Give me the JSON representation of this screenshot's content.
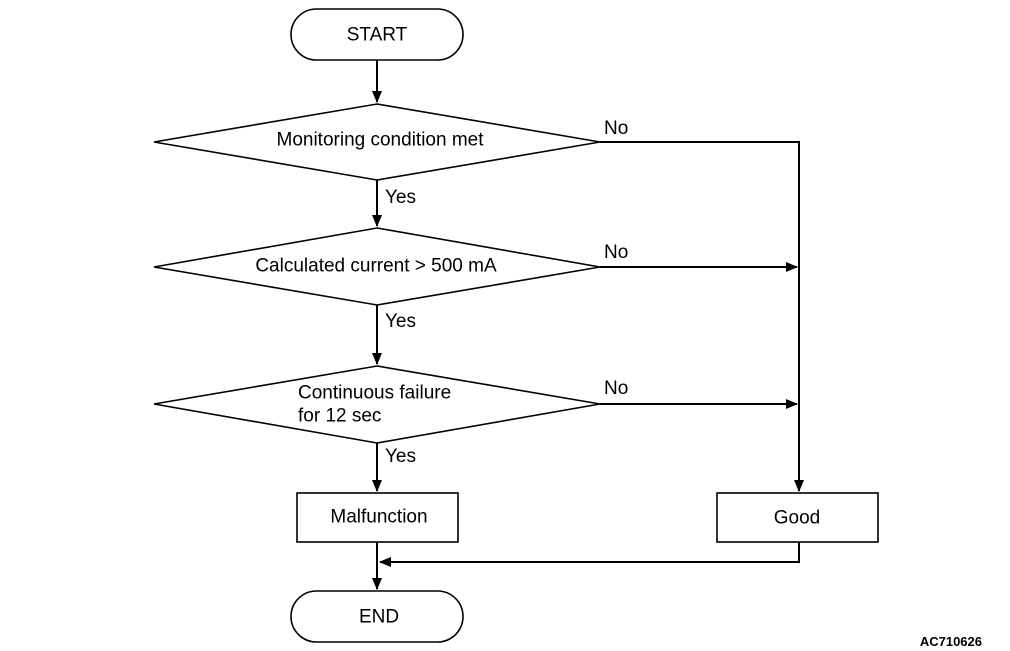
{
  "diagram": {
    "type": "flowchart",
    "figure_id": "AC710626",
    "nodes": {
      "start": {
        "shape": "terminator",
        "label": "START"
      },
      "monitoring": {
        "shape": "decision",
        "label": "Monitoring condition met"
      },
      "current": {
        "shape": "decision",
        "label": "Calculated current > 500 mA"
      },
      "continuous": {
        "shape": "decision",
        "lines": [
          "Continuous failure",
          "for 12 sec"
        ]
      },
      "malfunction": {
        "shape": "process",
        "label": "Malfunction"
      },
      "good": {
        "shape": "process",
        "label": "Good"
      },
      "end": {
        "shape": "terminator",
        "label": "END"
      }
    },
    "edges": [
      {
        "from": "start",
        "to": "monitoring",
        "label": ""
      },
      {
        "from": "monitoring",
        "to": "current",
        "label": "Yes"
      },
      {
        "from": "monitoring",
        "to": "good",
        "label": "No"
      },
      {
        "from": "current",
        "to": "continuous",
        "label": "Yes"
      },
      {
        "from": "current",
        "to": "good",
        "label": "No"
      },
      {
        "from": "continuous",
        "to": "malfunction",
        "label": "Yes"
      },
      {
        "from": "continuous",
        "to": "good",
        "label": "No"
      },
      {
        "from": "malfunction",
        "to": "end",
        "label": ""
      },
      {
        "from": "good",
        "to": "end",
        "label": ""
      }
    ]
  }
}
